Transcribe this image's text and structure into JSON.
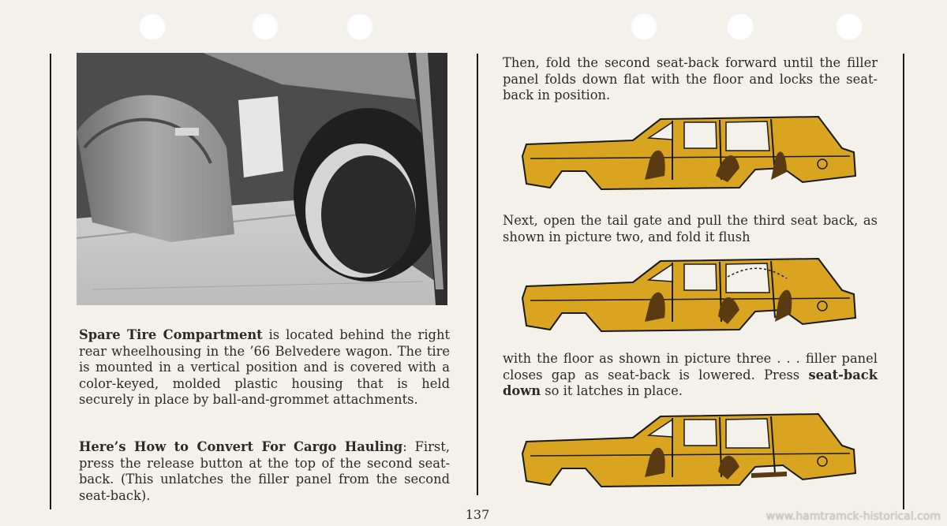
{
  "photo": {
    "caption_icon": "trunk-spare-tire-photo"
  },
  "left": {
    "paragraph1_bold": "Spare Tire Compartment",
    "paragraph1_text": " is located behind the right rear wheelhousing in the ’66 Belvedere wagon. The tire is mounted in a vertical position and is covered with a color-keyed, molded plastic housing that is held securely in place by ball-and-grommet attachments.",
    "paragraph2_bold": "Here’s How to Convert For Cargo Hauling",
    "paragraph2_text": ": First, press the release button at the top of the second seat-back. (This unlatches the filler panel from the second seat-back)."
  },
  "right": {
    "step1_text": "Then, fold the second seat-back forward until the filler panel folds down flat with the floor and locks the seat-back in position.",
    "step2_text": "Next, open the tail gate and pull the third seat back, as shown in picture two, and fold it flush",
    "step3_text": "with the floor as shown in picture three . . . filler panel closes gap as seat-back is lowered. Press",
    "step3_bold": "seat-back down",
    "step3_end": " so it latches in place."
  },
  "page_number": "137",
  "watermark": "www.hamtramck-historical.com",
  "colors": {
    "car_body": "#d9a520",
    "car_outline": "#1a1a1a",
    "seat": "#5a3a10",
    "paper": "#f3f1ea"
  }
}
